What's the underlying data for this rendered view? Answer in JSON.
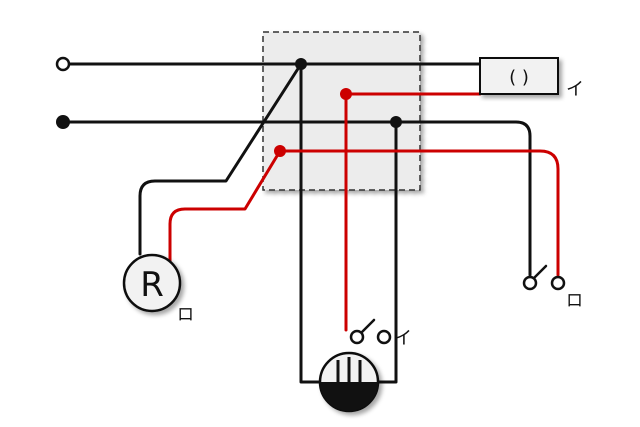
{
  "labels": {
    "receptacle": "R",
    "receptacle_tag": "ロ",
    "light_symbol": "( )",
    "light_tag": "イ",
    "switch_i_tag": "イ",
    "switch_ro_tag": "ロ"
  },
  "colors": {
    "wire_black": "#111111",
    "wire_red": "#cc0000",
    "junction_box_fill": "#ececec",
    "junction_box_border": "#333333",
    "symbol_fill": "#f2f2f2"
  },
  "icons": {
    "terminal_open": "terminal-open-icon",
    "terminal_closed": "terminal-filled-icon",
    "receptacle": "receptacle-icon",
    "wall_outlet": "wall-outlet-icon",
    "switch": "switch-icon",
    "light": "light-fixture-icon"
  }
}
